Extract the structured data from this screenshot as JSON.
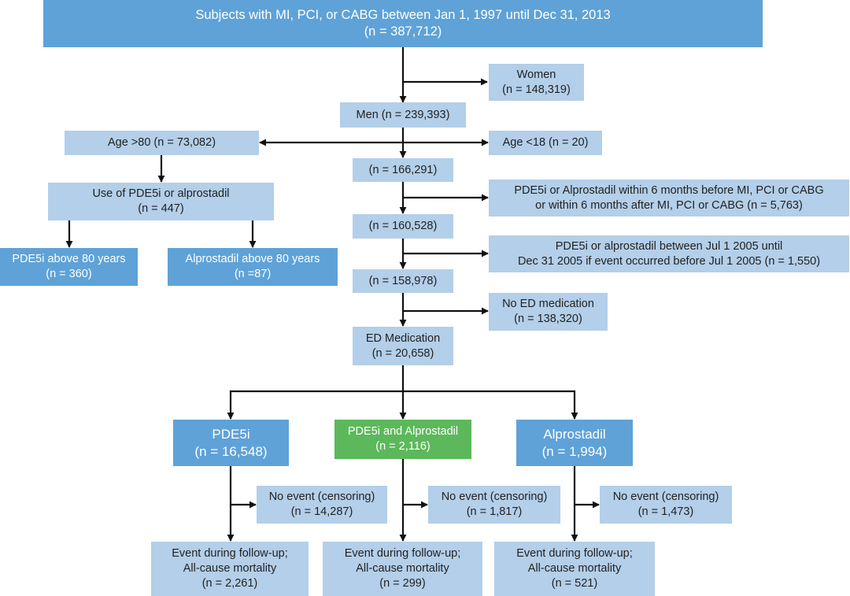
{
  "colors": {
    "light_box": "#b3cfe9",
    "dark_box": "#5ea2d8",
    "green_box": "#5cb85b",
    "line": "#111111"
  },
  "boxes": {
    "subjects": [
      "Subjects with MI, PCI, or CABG between Jan 1, 1997 until Dec 31, 2013",
      "(n = 387,712)"
    ],
    "women": [
      "Women",
      "(n = 148,319)"
    ],
    "men": [
      "Men (n = 239,393)"
    ],
    "age_over_80": [
      "Age >80 (n = 73,082)"
    ],
    "age_under_18": [
      "Age <18 (n = 20)"
    ],
    "n_166291": [
      "(n = 166,291)"
    ],
    "use_pde5i": [
      "Use of PDE5i or alprostadil",
      "(n = 447)"
    ],
    "pde5i_window": [
      "PDE5i or Alprostadil within 6 months before MI, PCI or CABG",
      "or within 6 months after MI, PCI or CABG (n = 5,763)"
    ],
    "n_160528": [
      "(n = 160,528)"
    ],
    "pde5i_over_80": [
      "PDE5i above 80 years",
      "(n = 360)"
    ],
    "alpro_over_80": [
      "Alprostadil above 80 years",
      "(n =87)"
    ],
    "jul2005": [
      "PDE5i or alprostadil between Jul 1 2005 until",
      "Dec 31 2005 if event occurred before Jul 1 2005 (n = 1,550)"
    ],
    "n_158978": [
      "(n = 158,978)"
    ],
    "no_ed": [
      "No ED medication",
      "(n = 138,320)"
    ],
    "ed_med": [
      "ED Medication",
      "(n = 20,658)"
    ],
    "pde5i": [
      "PDE5i",
      "(n = 16,548)"
    ],
    "both": [
      "PDE5i and Alprostadil",
      "(n = 2,116)"
    ],
    "alprostadil": [
      "Alprostadil",
      "(n = 1,994)"
    ],
    "noevent_1": [
      "No event (censoring)",
      "(n = 14,287)"
    ],
    "noevent_2": [
      "No event (censoring)",
      "(n = 1,817)"
    ],
    "noevent_3": [
      "No event (censoring)",
      "(n = 1,473)"
    ],
    "event_1": [
      "Event during follow-up;",
      "All-cause mortality",
      "(n = 2,261)"
    ],
    "event_2": [
      "Event during follow-up;",
      "All-cause mortality",
      "(n = 299)"
    ],
    "event_3": [
      "Event during follow-up;",
      "All-cause mortality",
      "(n = 521)"
    ]
  }
}
